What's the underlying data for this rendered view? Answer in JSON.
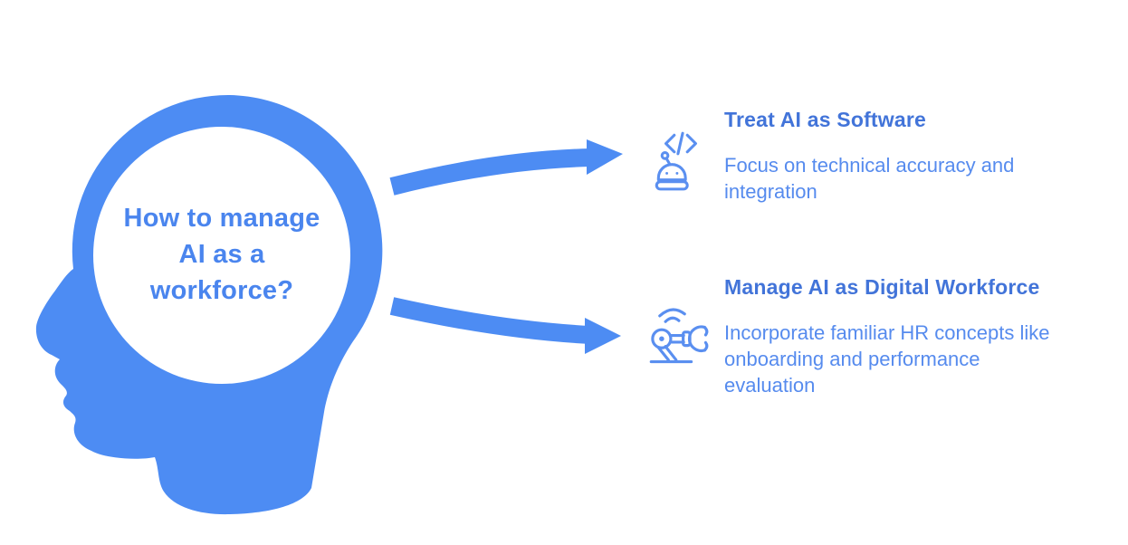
{
  "figure": {
    "question": "How to manage AI as a workforce?",
    "question_lines": [
      "How to manage",
      "AI as a",
      "workforce?"
    ]
  },
  "items": [
    {
      "icon": "robot-code-icon",
      "title": "Treat AI as Software",
      "description": "Focus on technical accuracy and integration",
      "description_lines": [
        "Focus on technical accuracy and",
        "integration"
      ]
    },
    {
      "icon": "robot-arm-icon",
      "title": "Manage AI as Digital Workforce",
      "description": "Incorporate familiar HR concepts like onboarding and performance evaluation",
      "description_lines": [
        "Incorporate familiar HR concepts like",
        "onboarding and performance",
        "evaluation"
      ]
    }
  ],
  "colors": {
    "background": "#ffffff",
    "silhouette_blue": "#4d8cf3",
    "arrow_blue": "#4d8cf3",
    "title_blue": "#4274d9",
    "body_text_blue": "#568bee",
    "question_text_blue": "#4a85ee",
    "icon_stroke_blue": "#5a8ff0"
  }
}
